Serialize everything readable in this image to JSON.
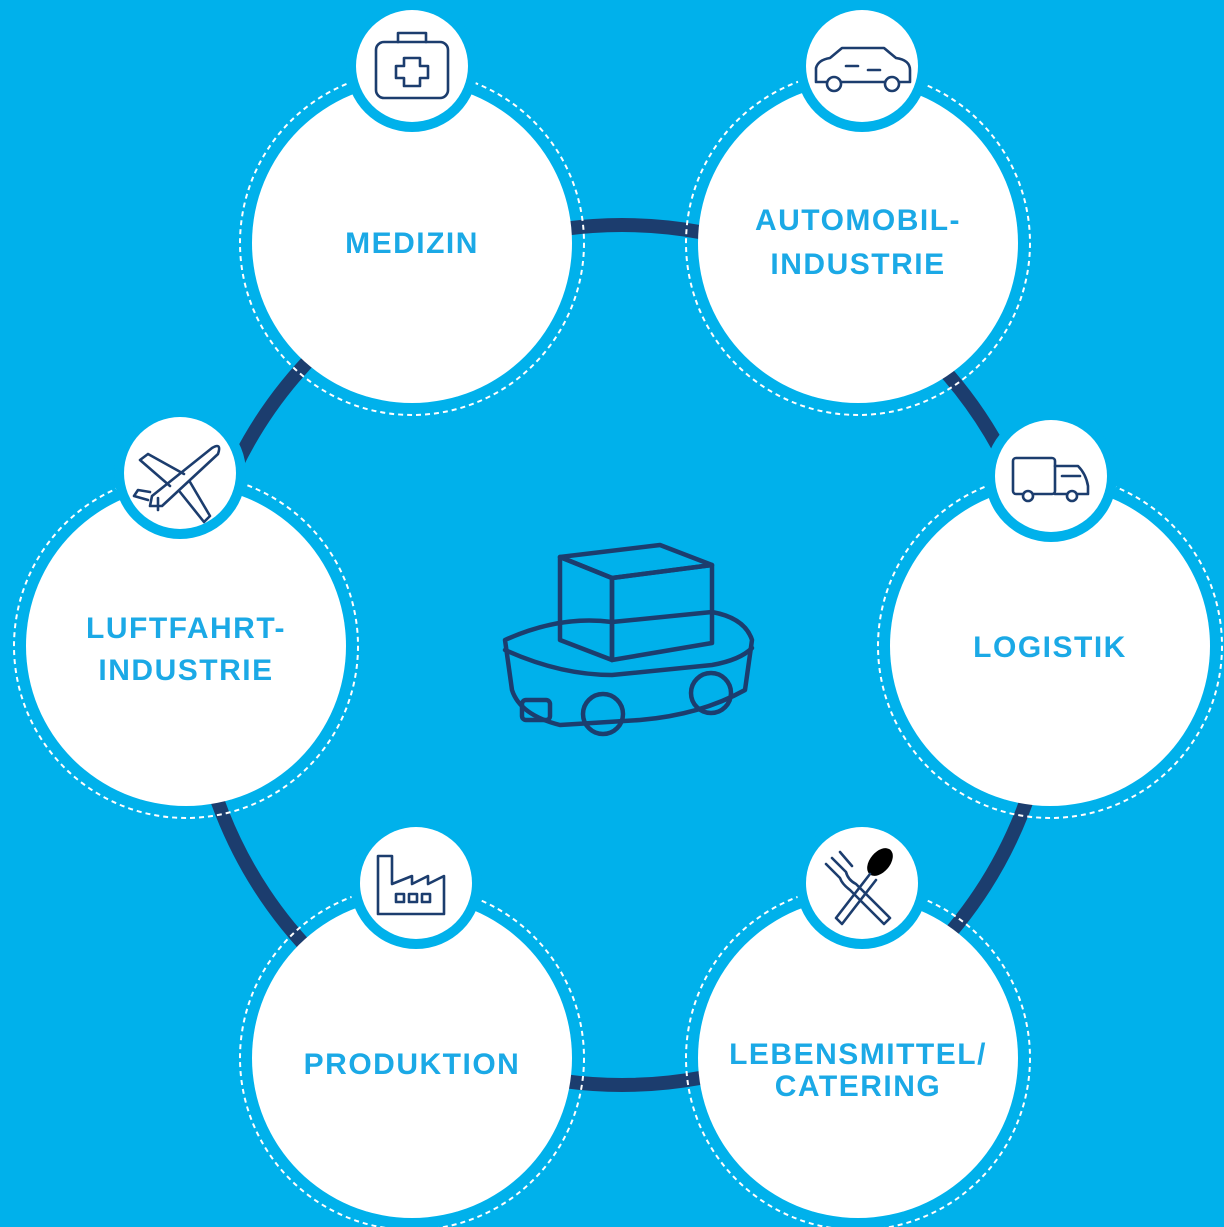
{
  "diagram": {
    "center_icon": "delivery-robot-icon",
    "colors": {
      "background": "#00b1eb",
      "ring": "#1c3d6e",
      "node_fill": "#ffffff",
      "label": "#1ba9e6",
      "icon_stroke": "#1c3d6e"
    },
    "nodes": [
      {
        "id": "medizin",
        "lines": [
          "MEDIZIN"
        ],
        "icon": "medical-kit-icon"
      },
      {
        "id": "automobil",
        "lines": [
          "AUTOMOBIL-",
          "INDUSTRIE"
        ],
        "icon": "car-icon"
      },
      {
        "id": "logistik",
        "lines": [
          "LOGISTIK"
        ],
        "icon": "truck-icon"
      },
      {
        "id": "lebensmittel",
        "lines": [
          "LEBENSMITTEL/",
          "CATERING"
        ],
        "icon": "fork-spoon-icon"
      },
      {
        "id": "produktion",
        "lines": [
          "PRODUKTION"
        ],
        "icon": "factory-icon"
      },
      {
        "id": "luftfahrt",
        "lines": [
          "LUFTFAHRT-",
          "INDUSTRIE"
        ],
        "icon": "airplane-icon"
      }
    ]
  }
}
